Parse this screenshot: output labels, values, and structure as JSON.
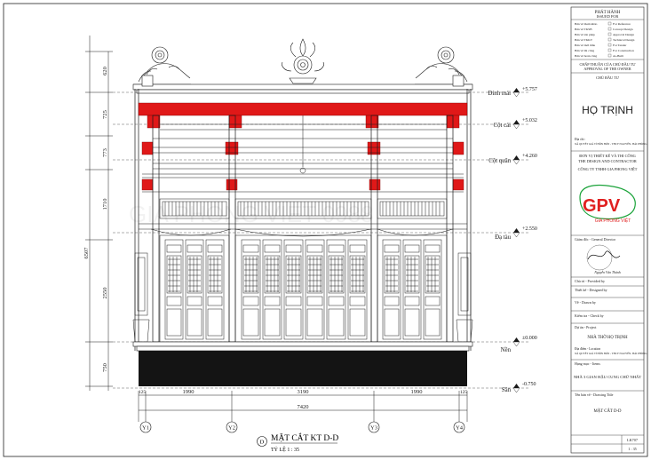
{
  "drawing": {
    "title": "MẶT CẮT KT D-D",
    "scale": "TỶ LỆ 1 : 35",
    "section_marker": "D",
    "level_labels": [
      {
        "name": "Đỉnh mái",
        "value": "+5.757"
      },
      {
        "name": "Cột cái",
        "value": "+5.032"
      },
      {
        "name": "Cột quân",
        "value": "+4.260"
      },
      {
        "name": "Đạ tàu",
        "value": "+2.550"
      },
      {
        "name": "Nền",
        "value": "±0.000"
      },
      {
        "name": "Sân",
        "value": "-0.750"
      }
    ],
    "vertical_dims": [
      "620",
      "725",
      "773",
      "1710",
      "2550",
      "750"
    ],
    "vertical_total": "6507",
    "horizontal_dims": [
      "125",
      "1990",
      "3190",
      "1990",
      "125"
    ],
    "horizontal_total": "7420",
    "axes": [
      "Y1",
      "Y2",
      "Y3",
      "Y4"
    ],
    "watermark": "GIA PHONG VIET  0988"
  },
  "titleblock": {
    "release_title": "PHÁT HÀNH",
    "release_sub": "ISSUED FOR",
    "release_rows": [
      {
        "vi": "Bản vẽ tham khảo",
        "en": "For Reference"
      },
      {
        "vi": "Bản vẽ TKSB",
        "en": "Concept Design"
      },
      {
        "vi": "Bản vẽ xin phép",
        "en": "Approval Design"
      },
      {
        "vi": "Bản vẽ TKKT",
        "en": "Technical Design"
      },
      {
        "vi": "Bản vẽ mời thầu",
        "en": "For Tender"
      },
      {
        "vi": "Bản vẽ thi công",
        "en": "For Construction"
      },
      {
        "vi": "Bản vẽ hoàn công",
        "en": "As-Built"
      }
    ],
    "approval_vi": "CHẤP THUẬN CỦA CHỦ ĐẦU TƯ",
    "approval_en": "APPROVAL OF THE OWNER",
    "owner_label": "CHỦ ĐẦU TƯ",
    "owner_name": "HỌ TRỊNH",
    "address_label": "Địa chỉ :",
    "address_text": "XÃ QUYẾT GIÁ TỈ HỒN HÓN - THCY NGUYÊN- HẢI PHÒNG",
    "design_unit_vi": "ĐƠN VỊ THIẾT KẾ VÀ THI CÔNG",
    "design_unit_en": "THE DESIGN AND CONTRACTOR",
    "company": "CÔNG TY TNHH GIA PHONG VIỆT",
    "logo_text": "GPV",
    "logo_sub": "GIA PHONG VIỆT",
    "director_label": "Giám đốc - General Director",
    "signer_name": "Nguyễn Văn Thành",
    "provided_label": "Chủ trì - Provided by",
    "designed_label": "Thiết kế - Designed by",
    "drawn_label": "Vẽ - Drawn by",
    "checked_label": "Kiểm tra - Check by",
    "project_label": "Dự án - Project",
    "project_name": "NHÀ THỜ HỌ TRỊNH",
    "location_label": "Địa điểm - Location",
    "location_text": "XÃ QUYẾT GIÁ TỈ HỒN HÓN - THCY NGUYÊN- HẢI PHÒNG",
    "item_label": "Hạng mục - Items",
    "item_name": "NHÀ 3 GIAN HẬU CUNG CHỮ NHẤT",
    "drawing_title_label": "Tên bản vẽ - Drawing Title",
    "drawing_title": "MẶT CẮT D-D",
    "sheet_code": "LK707",
    "sheet_scale": "1 : 35"
  },
  "colors": {
    "red_beam": "#e01818",
    "line": "#1a1a1a",
    "foundation": "#141414",
    "logo_red": "#e02020",
    "logo_green": "#1ba33a",
    "dim_blue": "#2a3f8f"
  }
}
